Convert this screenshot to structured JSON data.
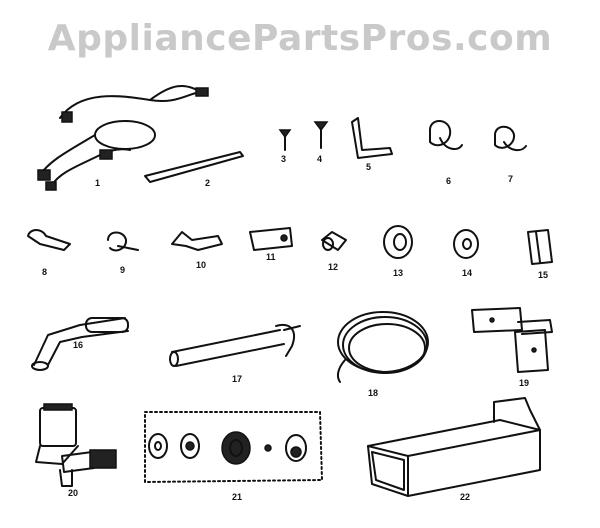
{
  "watermark": "AppliancePartsPros.com",
  "parts": [
    {
      "label": "1"
    },
    {
      "label": "2"
    },
    {
      "label": "3"
    },
    {
      "label": "4"
    },
    {
      "label": "5"
    },
    {
      "label": "6"
    },
    {
      "label": "7"
    },
    {
      "label": "8"
    },
    {
      "label": "9"
    },
    {
      "label": "10"
    },
    {
      "label": "11"
    },
    {
      "label": "12"
    },
    {
      "label": "13"
    },
    {
      "label": "14"
    },
    {
      "label": "15"
    },
    {
      "label": "16"
    },
    {
      "label": "17"
    },
    {
      "label": "18"
    },
    {
      "label": "19"
    },
    {
      "label": "20"
    },
    {
      "label": "21"
    },
    {
      "label": "22"
    }
  ]
}
